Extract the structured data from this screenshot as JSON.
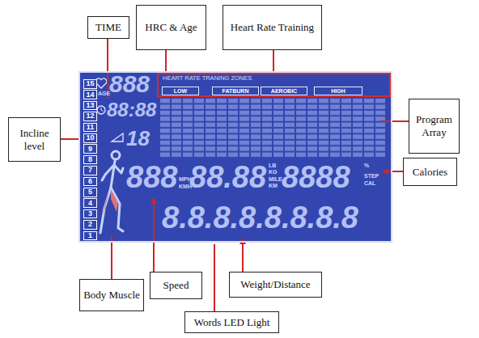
{
  "diagram": {
    "nodes": [
      {
        "text": [
          "TIME"
        ]
      },
      {
        "text": [
          "HRC & Age"
        ]
      },
      {
        "text": [
          "Heart Rate Training"
        ]
      },
      {
        "text": [
          "HEART RATE TRANING ZONES"
        ]
      },
      {
        "text": [
          "LOW"
        ],
        "in": 3
      },
      {
        "text": [
          "FATBURN"
        ],
        "in": 3
      },
      {
        "text": [
          "AEROBIC"
        ],
        "in": 3
      },
      {
        "text": [
          "HIGH"
        ],
        "in": 3
      },
      {
        "text": [
          "15"
        ],
        "in": 3
      },
      {
        "text": [
          "14"
        ],
        "in": 3
      },
      {
        "text": [
          "13"
        ],
        "in": 3
      },
      {
        "text": [
          "12"
        ],
        "in": 3
      },
      {
        "text": [
          "11"
        ],
        "in": 3
      },
      {
        "text": [
          "10"
        ],
        "in": 3
      },
      {
        "text": [
          "9"
        ],
        "in": 3
      },
      {
        "text": [
          "8"
        ],
        "in": 3
      },
      {
        "text": [
          "7"
        ],
        "in": 3
      },
      {
        "text": [
          "6"
        ],
        "in": 3
      },
      {
        "text": [
          "5"
        ],
        "in": 3
      },
      {
        "text": [
          "4"
        ],
        "in": 3
      },
      {
        "text": [
          "3"
        ],
        "in": 3
      },
      {
        "text": [
          "2"
        ],
        "in": 3
      },
      {
        "text": [
          "1"
        ],
        "in": 3
      },
      {
        "text": [
          "Program Array"
        ]
      },
      {
        "text": [
          "Incline level"
        ]
      },
      {
        "text": [
          "Calories"
        ]
      },
      {
        "text": [
          "Body Muscle"
        ]
      },
      {
        "text": [
          "Speed"
        ]
      },
      {
        "text": [
          "Weight/Distance"
        ]
      },
      {
        "text": [
          "Words LED Light"
        ]
      }
    ],
    "labels": [
      "AGE",
      "888",
      "88:88",
      "18",
      "888",
      "MPH",
      "KMH",
      "88.88",
      "LB",
      "KG",
      "MILE",
      "KM",
      "8888",
      "%",
      "STEP",
      "CAL",
      "8.8.8.8.8.8.8.8"
    ]
  }
}
